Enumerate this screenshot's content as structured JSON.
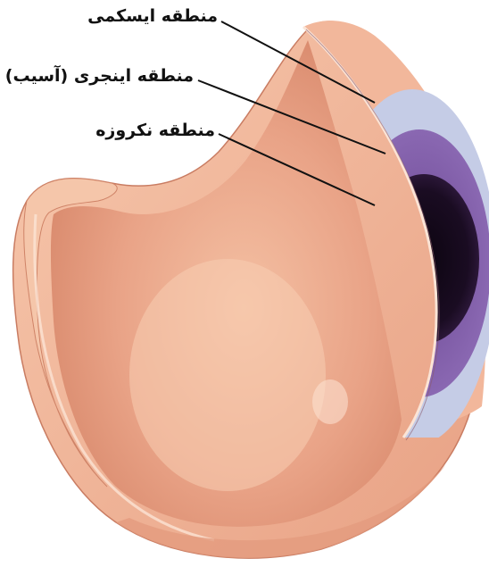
{
  "labels": {
    "ischemia": "منطقه ایسکمی",
    "injury": "منطقه اینجری (آسیب)",
    "necrosis": "منطقه نکروزه"
  },
  "colors": {
    "tissue_light": "#f6c3a6",
    "tissue_mid": "#eaa080",
    "tissue_dark": "#cf7a5e",
    "ischemia_zone": "#c5cce6",
    "injury_zone": "#7a55a2",
    "necrosis_zone": "#140a18",
    "leader_line": "#111111"
  }
}
